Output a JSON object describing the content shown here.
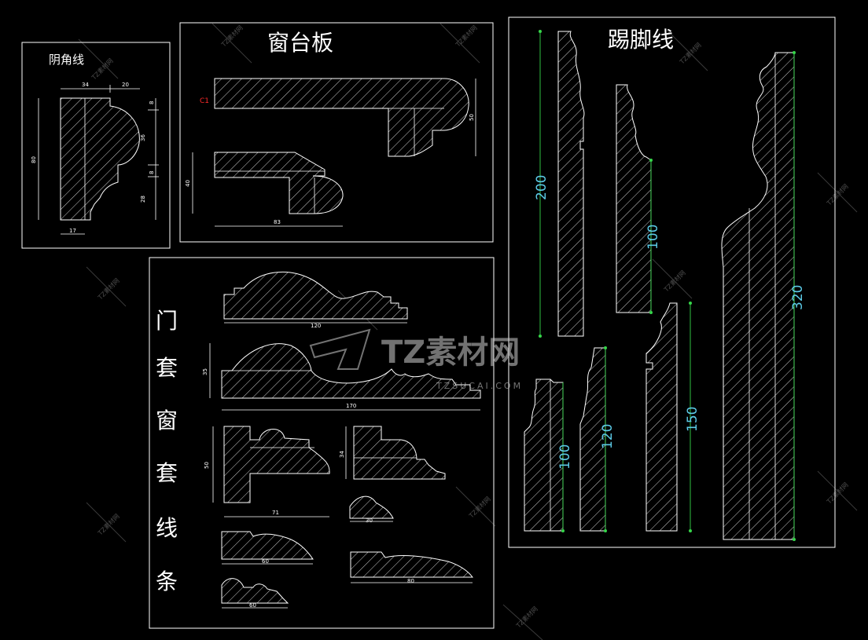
{
  "panels": {
    "yinjiao": {
      "title": "阴角线",
      "dims": {
        "w1": "34",
        "w2": "20",
        "h": "80",
        "r1": "8",
        "r2": "36",
        "r3": "8",
        "r4": "28",
        "base": "17"
      }
    },
    "chuangtai": {
      "title": "窗台板",
      "dims": {
        "tag": "C1",
        "h1": "50",
        "h2": "40",
        "w": "83"
      }
    },
    "menchuang": {
      "title_chars": [
        "门",
        "套",
        "窗",
        "套",
        "线",
        "条"
      ],
      "dims": {
        "d1": "120",
        "d2h": "35",
        "d2": "170",
        "d3h": "50",
        "d3": "71",
        "d4h": "34",
        "d5": "30",
        "d6": "60",
        "d7": "80",
        "d8": "60"
      }
    },
    "tijiao": {
      "title": "踢脚线",
      "dims": {
        "h200": "200",
        "h100a": "100",
        "h320": "320",
        "h100b": "100",
        "h120": "120",
        "h150": "150"
      }
    }
  },
  "watermark": {
    "brand": "TZ素材网",
    "url": "TZSUCAI.COM",
    "tile": "TZ素材网"
  },
  "colors": {
    "background": "#000000",
    "line": "#ffffff",
    "dimension_green": "#36d64a",
    "dimension_text": "#5ccbe8",
    "tag_red": "#ff2a2a"
  }
}
